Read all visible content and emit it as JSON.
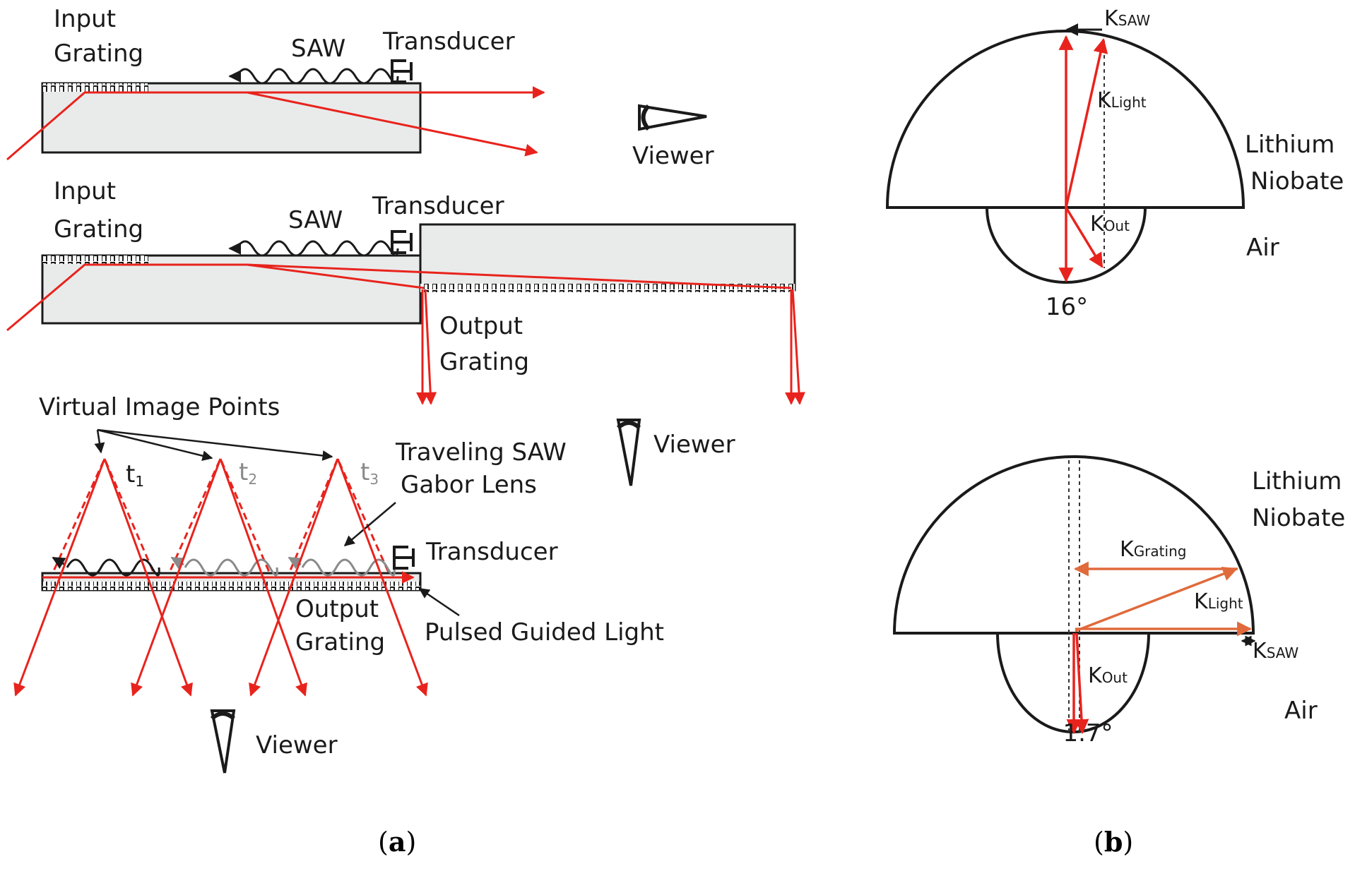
{
  "panel_a": {
    "diagram1": {
      "input_grating": [
        "Input",
        "Grating"
      ],
      "saw": "SAW",
      "transducer": "Transducer",
      "viewer": "Viewer"
    },
    "diagram2": {
      "input_grating": [
        "Input",
        "Grating"
      ],
      "saw": "SAW",
      "transducer": "Transducer",
      "output_grating": [
        "Output",
        "Grating"
      ],
      "viewer": "Viewer"
    },
    "diagram3": {
      "virtual_image_points": "Virtual Image Points",
      "t1": "t",
      "t1_sub": "1",
      "t2": "t",
      "t2_sub": "2",
      "t3": "t",
      "t3_sub": "3",
      "traveling_saw": [
        "Traveling SAW",
        "Gabor Lens"
      ],
      "transducer": "Transducer",
      "output_grating": [
        "Output",
        "Grating"
      ],
      "pulsed_guided_light": "Pulsed Guided Light",
      "viewer": "Viewer"
    },
    "caption": "a"
  },
  "panel_b": {
    "top": {
      "k_saw": "K",
      "k_saw_sub": "SAW",
      "k_light": "K",
      "k_light_sub": "Light",
      "k_out": "K",
      "k_out_sub": "Out",
      "medium": [
        "Lithium",
        "Niobate"
      ],
      "air": "Air",
      "angle": "16°"
    },
    "bottom": {
      "k_grating": "K",
      "k_grating_sub": "Grating",
      "k_light": "K",
      "k_light_sub": "Light",
      "k_saw": "K",
      "k_saw_sub": "SAW",
      "k_out": "K",
      "k_out_sub": "Out",
      "medium": [
        "Lithium",
        "Niobate"
      ],
      "air": "Air",
      "angle": "1.7°"
    },
    "caption": "b"
  },
  "colors": {
    "ray": "#e8231d",
    "ray_orange": "#e06a3b",
    "slab": "#e9ebea",
    "gray_wave": "#8a8a8a"
  }
}
